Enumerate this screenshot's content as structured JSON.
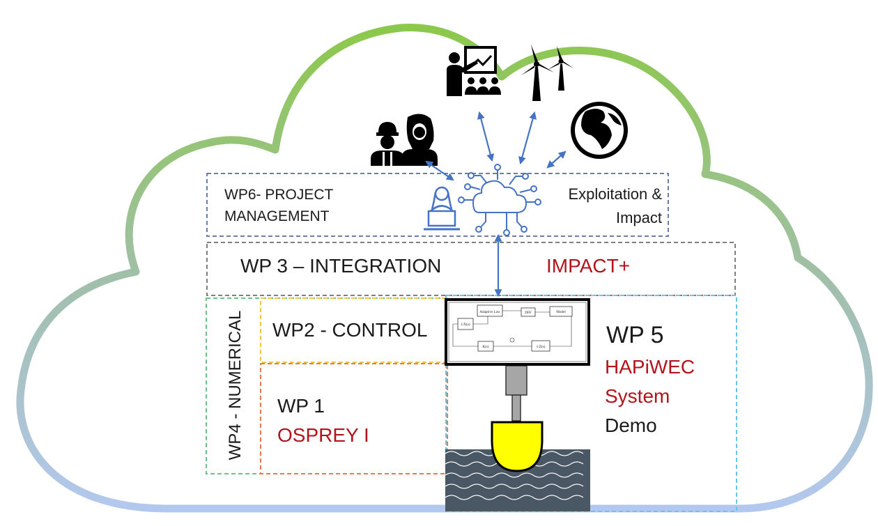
{
  "wp6": {
    "line1": "WP6- PROJECT",
    "line2": "MANAGEMENT"
  },
  "exploitation": {
    "line1": "Exploitation &",
    "line2": "Impact"
  },
  "wp3": {
    "label": "WP 3 – INTEGRATION",
    "highlight": "IMPACT+"
  },
  "wp2": {
    "label": "WP2 - CONTROL"
  },
  "wp4": {
    "label": "WP4 - NUMERICAL"
  },
  "wp1": {
    "label": "WP 1",
    "highlight": "OSPREY I"
  },
  "wp5": {
    "label": "WP 5",
    "highlight_line1": "HAPiWEC",
    "highlight_line2": "System",
    "line4": "Demo"
  },
  "control_diagram": {
    "blocks": [
      "Adaptive Law",
      "DFF",
      "Model",
      "1/X(s)",
      "K(s)",
      "1/Z(s)"
    ]
  },
  "icons": [
    "engineers-icon",
    "presentation-icon",
    "wind-turbines-icon",
    "globe-icon",
    "laptop-user-icon",
    "cloud-network-icon",
    "wave-energy-converter-icon"
  ],
  "colors": {
    "cloud_top": "#8cc84b",
    "cloud_bottom": "#b3c8ee",
    "accent_red": "#b3131b",
    "arrow_blue": "#4472c4",
    "buoy_yellow": "#ffff00",
    "sea": "#4a5866"
  }
}
